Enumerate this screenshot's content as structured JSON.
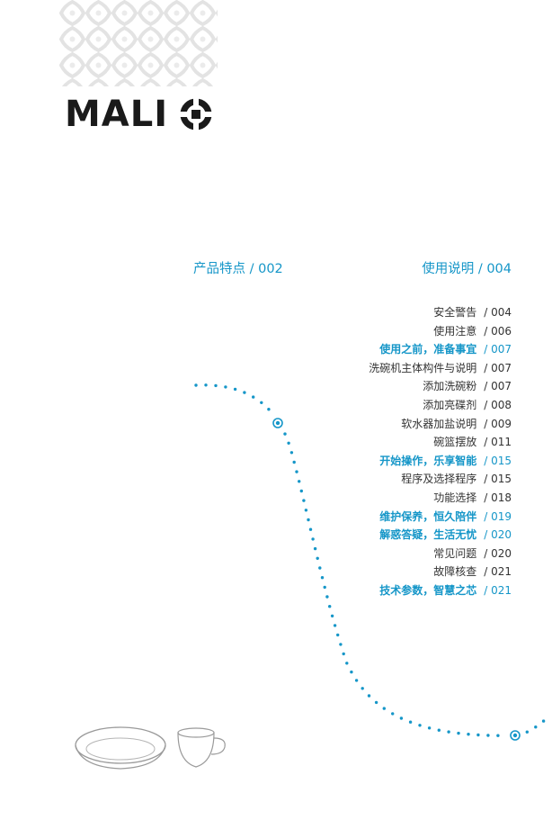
{
  "brand": {
    "logo_text": "MALI"
  },
  "sections": {
    "left": {
      "title": "产品特点",
      "page": "/ 002"
    },
    "right": {
      "title": "使用说明",
      "page": "/ 004"
    }
  },
  "toc": [
    {
      "title": "安全警告",
      "page": "/ 004",
      "highlight": false
    },
    {
      "title": "使用注意",
      "page": "/ 006",
      "highlight": false
    },
    {
      "title": "使用之前，准备事宜",
      "page": "/ 007",
      "highlight": true
    },
    {
      "title": "洗碗机主体构件与说明",
      "page": "/ 007",
      "highlight": false
    },
    {
      "title": "添加洗碗粉",
      "page": "/ 007",
      "highlight": false
    },
    {
      "title": "添加亮碟剂",
      "page": "/ 008",
      "highlight": false
    },
    {
      "title": "软水器加盐说明",
      "page": "/ 009",
      "highlight": false
    },
    {
      "title": "碗篮摆放",
      "page": "/ 011",
      "highlight": false
    },
    {
      "title": "开始操作，乐享智能",
      "page": "/ 015",
      "highlight": true
    },
    {
      "title": "程序及选择程序",
      "page": "/ 015",
      "highlight": false
    },
    {
      "title": "功能选择",
      "page": "/ 018",
      "highlight": false
    },
    {
      "title": "维护保养，恒久陪伴",
      "page": "/ 019",
      "highlight": true
    },
    {
      "title": "解惑答疑，生活无忧",
      "page": "/ 020",
      "highlight": true
    },
    {
      "title": "常见问题",
      "page": "/ 020",
      "highlight": false
    },
    {
      "title": "故障核查",
      "page": "/ 021",
      "highlight": false
    },
    {
      "title": "技术参数，智慧之芯",
      "page": "/ 021",
      "highlight": true
    }
  ],
  "colors": {
    "accent": "#1596c8",
    "text": "#333333",
    "logo": "#1a1a1a",
    "pattern": "#e6e6e6"
  },
  "icons": {
    "pattern": "circle-petal-pattern",
    "logo_o": "crosshair-o-icon",
    "markers": "target-dot-icon",
    "dishes": "plate-and-cup-icon"
  }
}
